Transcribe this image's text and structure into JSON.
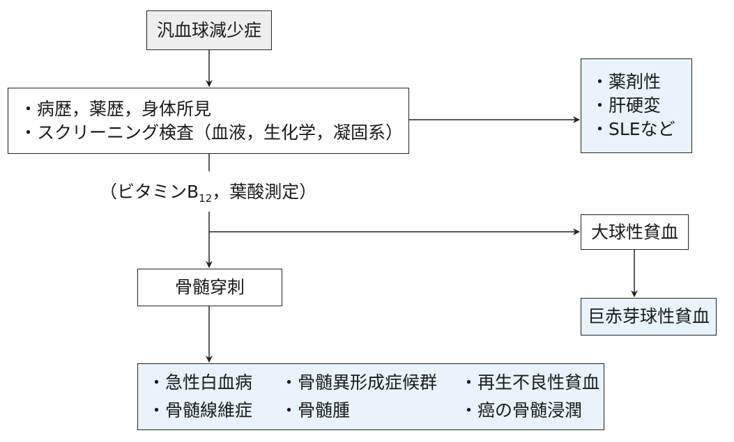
{
  "start": {
    "label": "汎血球減少症"
  },
  "history": {
    "lines": [
      "・病歴，薬歴，身体所見",
      "・スクリーニング検査（血液，生化学，凝固系）"
    ]
  },
  "secondary_causes": {
    "lines": [
      "・薬剤性",
      "・肝硬変",
      "・SLEなど"
    ]
  },
  "note": {
    "prefix": "（ビタミンB",
    "subscript": "12",
    "suffix": "，葉酸測定）"
  },
  "macrocytic": {
    "label": "大球性貧血"
  },
  "megaloblastic": {
    "label": "巨赤芽球性貧血"
  },
  "bone_marrow": {
    "label": "骨髄穿刺"
  },
  "bm_results": {
    "items": [
      "・急性白血病",
      "・骨髄異形成症候群",
      "・再生不良性貧血",
      "・骨髄線維症",
      "・骨髄腫",
      "・癌の骨髄浸潤"
    ]
  },
  "colors": {
    "gray_fill": "#eeeeee",
    "blue_fill": "#e8f3fb",
    "line": "#222222"
  }
}
